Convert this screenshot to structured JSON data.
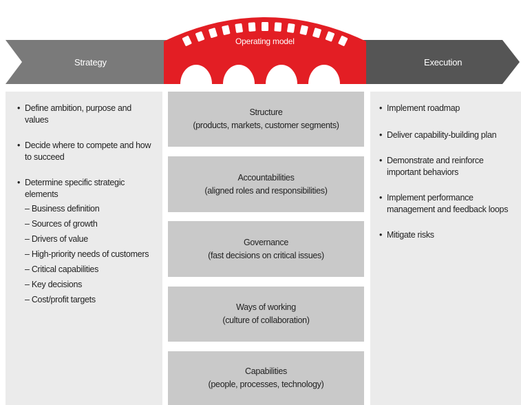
{
  "header": {
    "strategy_label": "Strategy",
    "operating_model_label": "Operating model",
    "execution_label": "Execution",
    "colors": {
      "arrow_gray": "#7a7a7a",
      "dark_gray": "#555555",
      "bridge_red": "#e31e24"
    }
  },
  "strategy": {
    "bullets": [
      {
        "text": "Define ambition, purpose and values"
      },
      {
        "text": "Decide where to compete and how to succeed"
      },
      {
        "text": "Determine specific strategic elements"
      }
    ],
    "sub_items": [
      "– Business definition",
      "– Sources of growth",
      "– Drivers of value",
      "– High-priority needs of customers",
      "– Critical capabilities",
      "– Key decisions",
      "– Cost/profit targets"
    ]
  },
  "operating_model": {
    "boxes": [
      {
        "title": "Structure",
        "subtitle": "(products, markets, customer segments)"
      },
      {
        "title": "Accountabilities",
        "subtitle": "(aligned roles and responsibilities)"
      },
      {
        "title": "Governance",
        "subtitle": "(fast decisions on critical issues)"
      },
      {
        "title": "Ways of working",
        "subtitle": "(culture of collaboration)"
      },
      {
        "title": "Capabilities",
        "subtitle": "(people, processes, technology)"
      }
    ]
  },
  "execution": {
    "bullets": [
      "Implement roadmap",
      "Deliver capability-building plan",
      "Demonstrate and reinforce important behaviors",
      "Implement performance management and feedback loops",
      "Mitigate risks"
    ]
  }
}
